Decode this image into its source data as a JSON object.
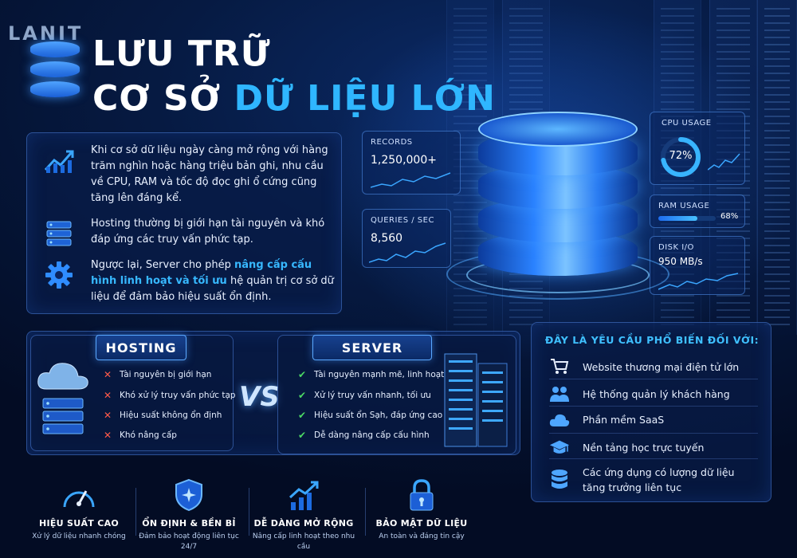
{
  "logo": "LANIT",
  "title": {
    "line1": "LƯU TRỮ",
    "line2_prefix": "CƠ SỞ",
    "line2_accent": "DỮ LIỆU LỚN"
  },
  "intro": {
    "p1": "Khi cơ sở dữ liệu ngày càng mở rộng với hàng trăm nghìn hoặc hàng triệu bản ghi, nhu cầu về CPU, RAM và tốc độ đọc ghi ổ cứng cũng tăng lên đáng kể.",
    "p2": "Hosting thường bị giới hạn tài nguyên và khó đáp ứng các truy vấn phức tạp.",
    "p3_prefix": "Ngược lại, Server cho phép",
    "p3_highlight": "nâng cấp cấu hình linh hoạt và tối ưu",
    "p3_suffix": "hệ quản trị cơ sở dữ liệu để đảm bảo hiệu suất ổn định."
  },
  "metrics": {
    "records": {
      "label": "RECORDS",
      "value": "1,250,000+"
    },
    "queries": {
      "label": "QUERIES / SEC",
      "value": "8,560"
    },
    "cpu": {
      "label": "CPU USAGE",
      "value": "72%",
      "fraction": 0.72
    },
    "ram": {
      "label": "RAM USAGE",
      "value": "68%",
      "fraction": 0.68
    },
    "disk": {
      "label": "DISK I/O",
      "value": "950 MB/s"
    }
  },
  "hosting": {
    "title": "HOSTING",
    "items": [
      "Tài nguyên bị giới hạn",
      "Khó xử lý truy vấn phức tạp",
      "Hiệu suất không ổn định",
      "Khó nâng cấp"
    ]
  },
  "vs": "VS",
  "server": {
    "title": "SERVER",
    "items": [
      "Tài nguyên mạnh mẽ, linh hoạt",
      "Xử lý truy vấn nhanh, tối ưu",
      "Hiệu suất ổn Sạh, đáp ứng cao",
      "Dễ dàng nâng cấp cấu hình"
    ]
  },
  "uses": {
    "title": "ĐÂY LÀ YÊU CẦU PHỔ BIẾN ĐỐI VỚI:",
    "items": [
      {
        "label": "Website thương mại điện tử lớn",
        "icon": "cart-icon"
      },
      {
        "label": "Hệ thống quản lý khách hàng",
        "icon": "users-icon"
      },
      {
        "label": "Phần mềm SaaS",
        "icon": "cloud-icon"
      },
      {
        "label": "Nền tảng học trực tuyến",
        "icon": "graduation-cap-icon"
      },
      {
        "label": "Các ứng dụng có lượng dữ liệu tăng trưởng liên tục",
        "icon": "database-icon"
      }
    ]
  },
  "features": [
    {
      "title": "HIỆU SUẤT CAO",
      "desc": "Xử lý dữ liệu nhanh chóng",
      "icon": "speedometer-icon"
    },
    {
      "title": "ỔN ĐỊNH & BỀN BỈ",
      "desc": "Đảm bảo hoạt động liên tục 24/7",
      "icon": "shield-icon"
    },
    {
      "title": "DỄ DÀNG MỞ RỘNG",
      "desc": "Nâng cấp linh hoạt theo nhu cầu",
      "icon": "growth-chart-icon"
    },
    {
      "title": "BẢO MẬT DỮ LIỆU",
      "desc": "An toàn và đáng tin cậy",
      "icon": "lock-icon"
    }
  ],
  "colors": {
    "accent": "#2fb6ff",
    "background": "#061a42",
    "check": "#4cd964",
    "cross": "#ff5a4a"
  }
}
